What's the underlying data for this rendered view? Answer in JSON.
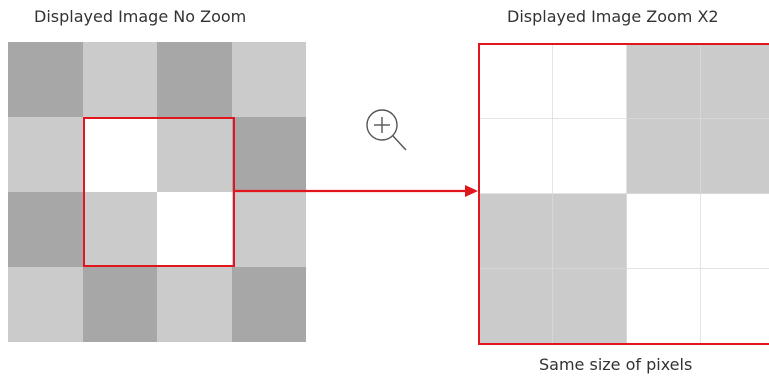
{
  "labels": {
    "left_title": "Displayed Image No Zoom",
    "right_title": "Displayed Image Zoom X2",
    "caption": "Same size of pixels"
  },
  "colors": {
    "dark": "#a7a7a7",
    "light": "#cbcbcb",
    "white": "#ffffff",
    "highlight": "#e0161c",
    "zoom_icon": "#555555"
  },
  "grids": {
    "no_zoom": [
      [
        "dark",
        "light",
        "dark",
        "light"
      ],
      [
        "light",
        "white",
        "light",
        "dark"
      ],
      [
        "dark",
        "light",
        "white",
        "light"
      ],
      [
        "light",
        "dark",
        "light",
        "dark"
      ]
    ],
    "zoom_x2": [
      [
        "white",
        "white",
        "light",
        "light"
      ],
      [
        "white",
        "white",
        "light",
        "light"
      ],
      [
        "light",
        "light",
        "white",
        "white"
      ],
      [
        "light",
        "light",
        "white",
        "white"
      ]
    ]
  },
  "icons": {
    "zoom": "zoom-in-icon",
    "arrow": "right-arrow"
  }
}
